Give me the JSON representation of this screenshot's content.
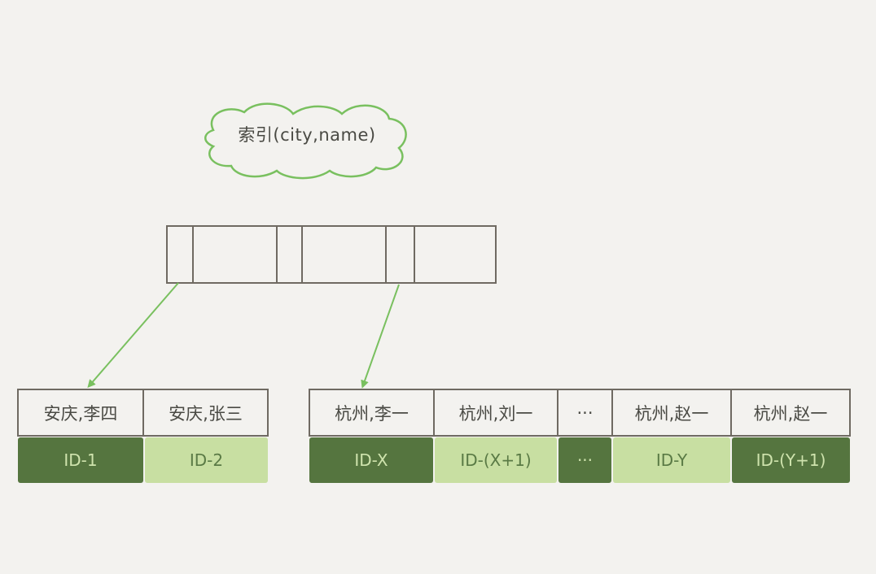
{
  "index_label": "索引(city,name)",
  "colors": {
    "background": "#f3f2ef",
    "stroke": "#6f6a62",
    "arrow": "#79c05f",
    "id_dark": "#55753f",
    "id_light": "#c8dfa2"
  },
  "leaf_left": {
    "keys": [
      "安庆,李四",
      "安庆,张三"
    ],
    "ids": [
      "ID-1",
      "ID-2"
    ]
  },
  "leaf_right": {
    "keys": [
      "杭州,李一",
      "杭州,刘一",
      "···",
      "杭州,赵一",
      "杭州,赵一"
    ],
    "ids": [
      "ID-X",
      "ID-(X+1)",
      "···",
      "ID-Y",
      "ID-(Y+1)"
    ]
  }
}
